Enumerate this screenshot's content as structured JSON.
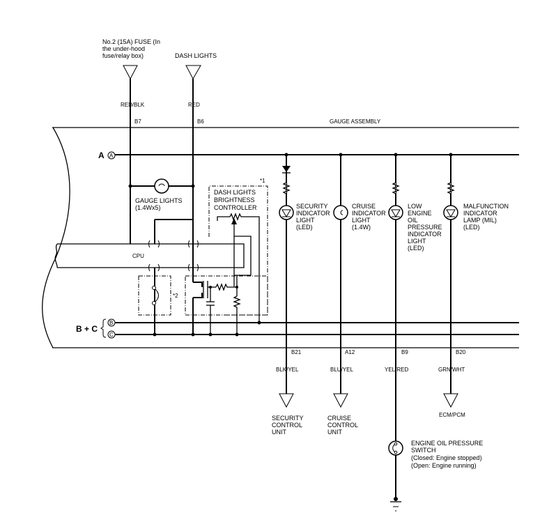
{
  "title": "Gauge Assembly Indicator Lights Circuit Diagram",
  "sources": {
    "fuse": {
      "label_lines": [
        "No.2 (15A) FUSE (In",
        "the under-hood",
        "fuse/relay box)"
      ],
      "wire_color": "RED/BLK",
      "terminal": "B7"
    },
    "dash_lights": {
      "label_lines": [
        "DASH LIGHTS"
      ],
      "wire_color": "RED",
      "terminal": "B6"
    }
  },
  "assembly": {
    "label": "GAUGE ASSEMBLY"
  },
  "buses": {
    "a": {
      "label": "A",
      "connector": "A"
    },
    "bc": {
      "label": "B + C",
      "connectors": [
        "B",
        "C"
      ]
    }
  },
  "internal": {
    "gauge_lights": {
      "label_lines": [
        "GAUGE LIGHTS",
        "(1.4Wx5)"
      ]
    },
    "controller": {
      "label_lines": [
        "DASH LIGHTS",
        "BRIGHTNESS",
        "CONTROLLER"
      ],
      "note": "*1"
    },
    "cpu": {
      "label": "CPU"
    },
    "switch_note": "*2"
  },
  "indicators": [
    {
      "id": "security",
      "label_lines": [
        "SECURITY",
        "INDICATOR",
        "LIGHT",
        "(LED)"
      ],
      "type": "LED",
      "terminal": "B21",
      "wire_color": "BLK/YEL",
      "destination_lines": [
        "SECURITY",
        "CONTROL",
        "UNIT"
      ]
    },
    {
      "id": "cruise",
      "label_lines": [
        "CRUISE",
        "INDICATOR",
        "LIGHT",
        "(1.4W)"
      ],
      "type": "bulb",
      "terminal": "A12",
      "wire_color": "BLU/YEL",
      "destination_lines": [
        "CRUISE",
        "CONTROL",
        "UNIT"
      ]
    },
    {
      "id": "oil",
      "label_lines": [
        "LOW",
        "ENGINE",
        "OIL",
        "PRESSURE",
        "INDICATOR",
        "LIGHT",
        "(LED)"
      ],
      "type": "LED",
      "terminal": "B9",
      "wire_color": "YEL/RED",
      "destination_lines": []
    },
    {
      "id": "mil",
      "label_lines": [
        "MALFUNCTION",
        "INDICATOR",
        "LAMP (MIL)",
        "(LED)"
      ],
      "type": "LED",
      "terminal": "B20",
      "wire_color": "GRN/WHT",
      "destination_lines": [
        "ECM/PCM"
      ]
    }
  ],
  "oil_switch": {
    "label_lines": [
      "ENGINE OIL PRESSURE",
      "SWITCH",
      "(Closed: Engine stopped)",
      "(Open: Engine running)"
    ]
  }
}
